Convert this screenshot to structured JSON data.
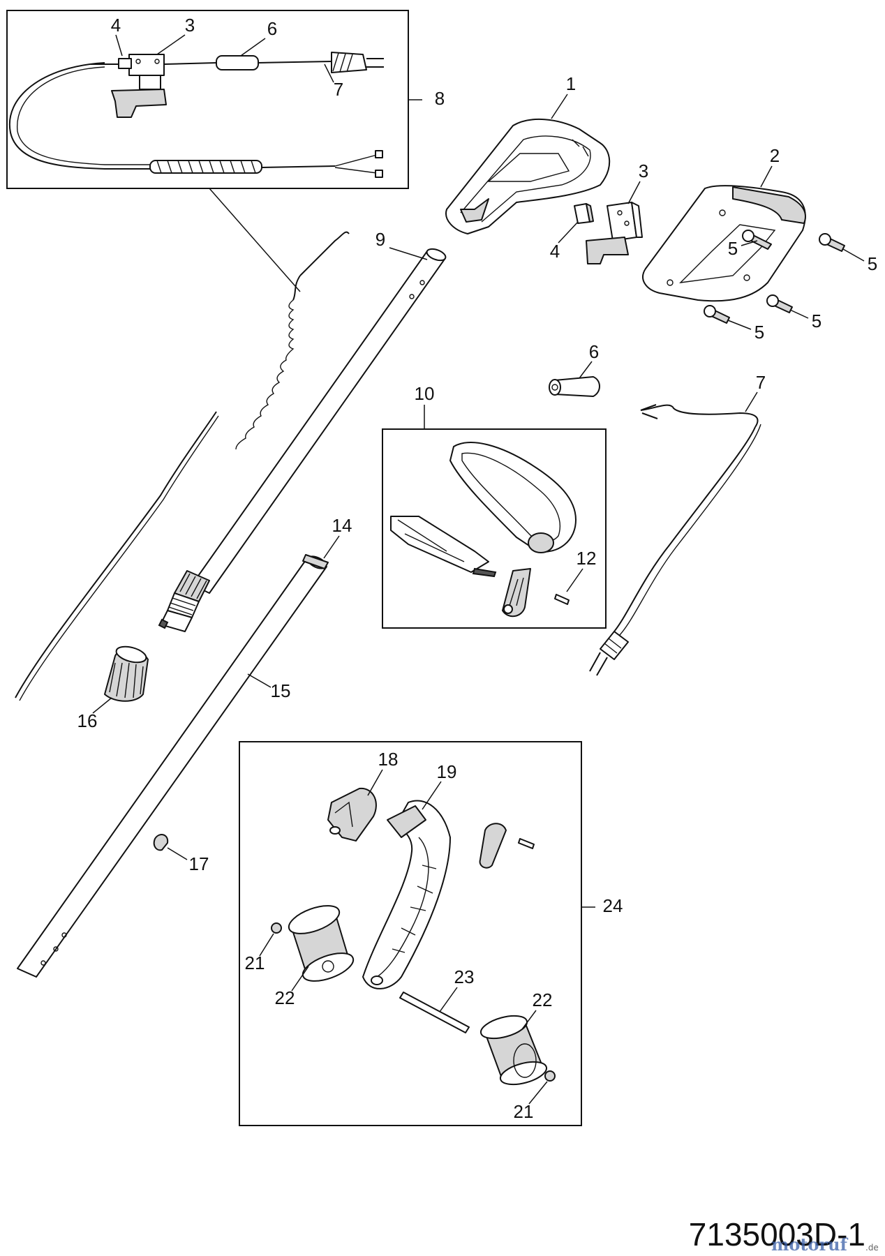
{
  "drawing_code": "7135003D-1",
  "watermark": {
    "brand": "motoruf",
    "suffix": ".de"
  },
  "labels": {
    "l1": "1",
    "l2": "2",
    "l3_top": "3",
    "l3_inset": "3",
    "l4_top": "4",
    "l4_inset": "4",
    "l5a": "5",
    "l5b": "5",
    "l5c": "5",
    "l5d": "5",
    "l6_top": "6",
    "l6_inset": "6",
    "l7_top": "7",
    "l7_inset": "7",
    "l8": "8",
    "l9": "9",
    "l10": "10",
    "l12": "12",
    "l14": "14",
    "l15": "15",
    "l16": "16",
    "l17": "17",
    "l18": "18",
    "l19": "19",
    "l21a": "21",
    "l21b": "21",
    "l22a": "22",
    "l22b": "22",
    "l23": "23",
    "l24": "24"
  }
}
